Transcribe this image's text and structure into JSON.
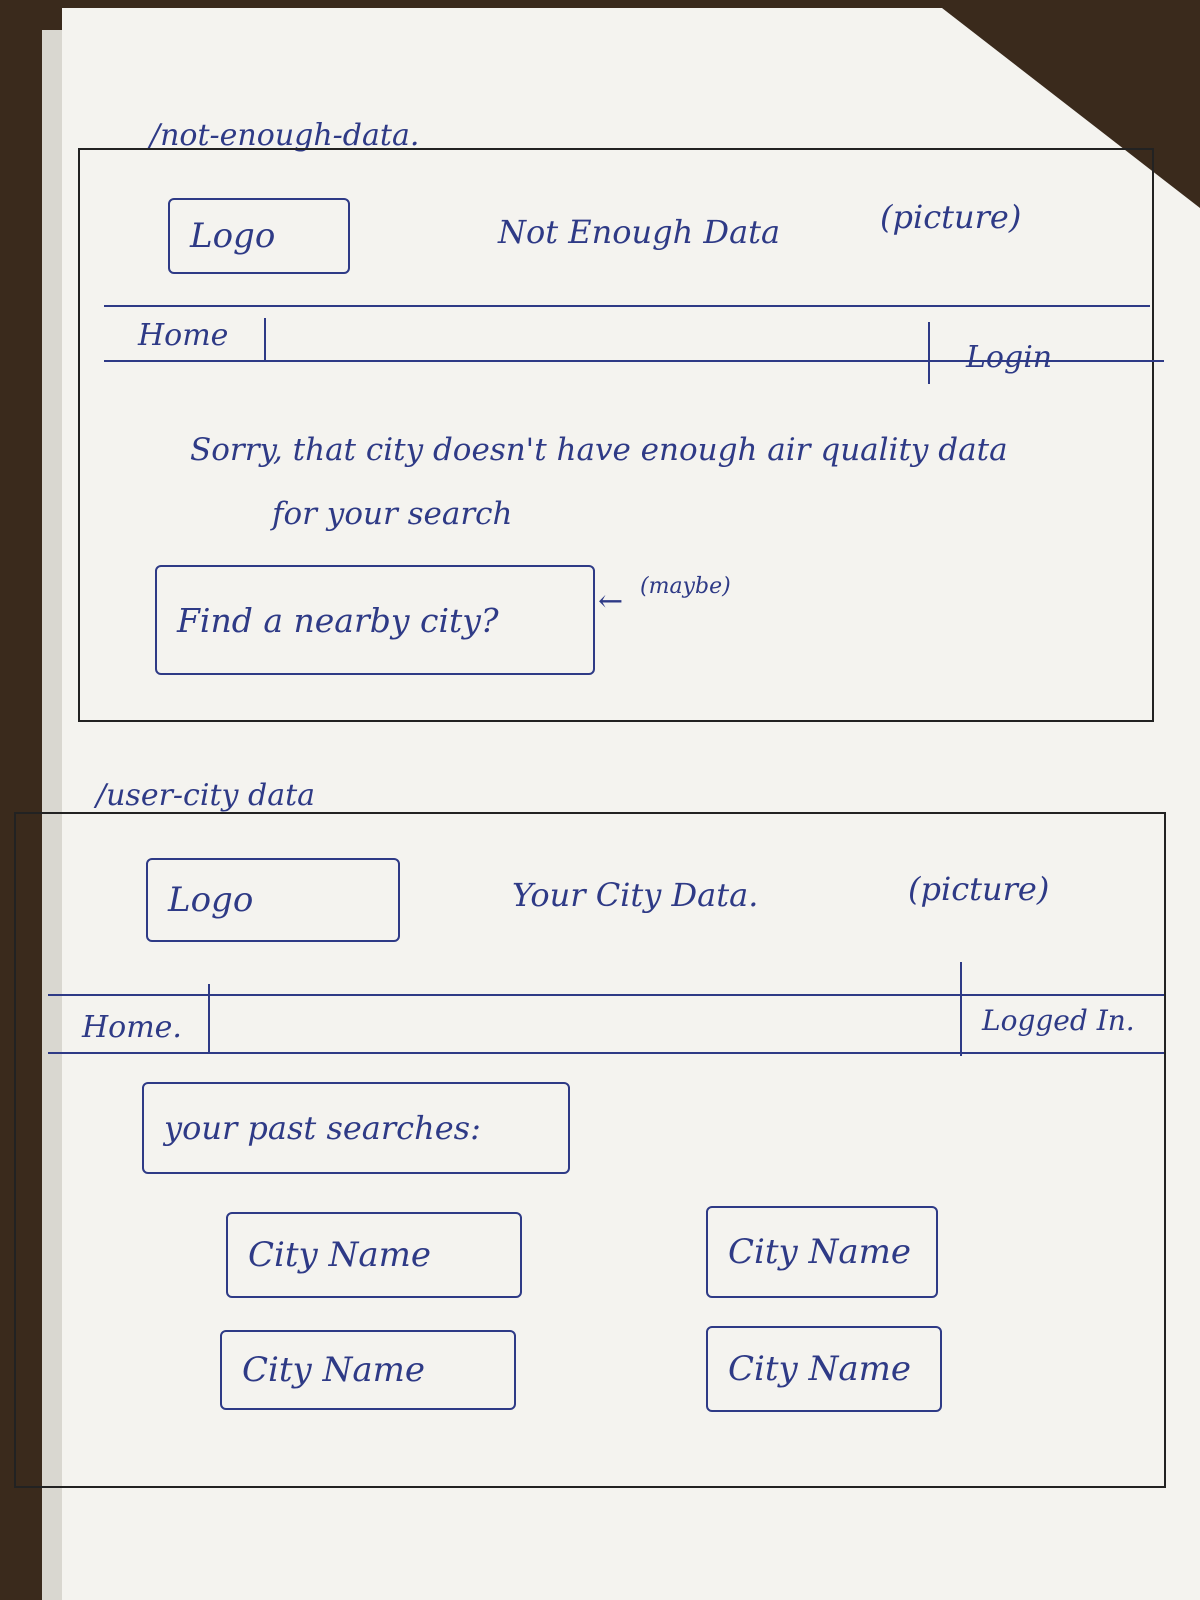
{
  "sketch1": {
    "route": "/not-enough-data.",
    "logo": "Logo",
    "title": "Not Enough Data",
    "picture": "(picture)",
    "nav_home": "Home",
    "nav_login": "Login",
    "message_line1": "Sorry, that city doesn't have enough air quality data",
    "message_line2": "for your search",
    "button": "Find a nearby city?",
    "note": "(maybe)"
  },
  "sketch2": {
    "route": "/user-city data",
    "logo": "Logo",
    "title": "Your City Data.",
    "picture": "(picture)",
    "nav_home": "Home.",
    "nav_status": "Logged In.",
    "past_searches": "your past searches:",
    "cities": [
      "City Name",
      "City Name",
      "City Name",
      "City Name"
    ]
  }
}
